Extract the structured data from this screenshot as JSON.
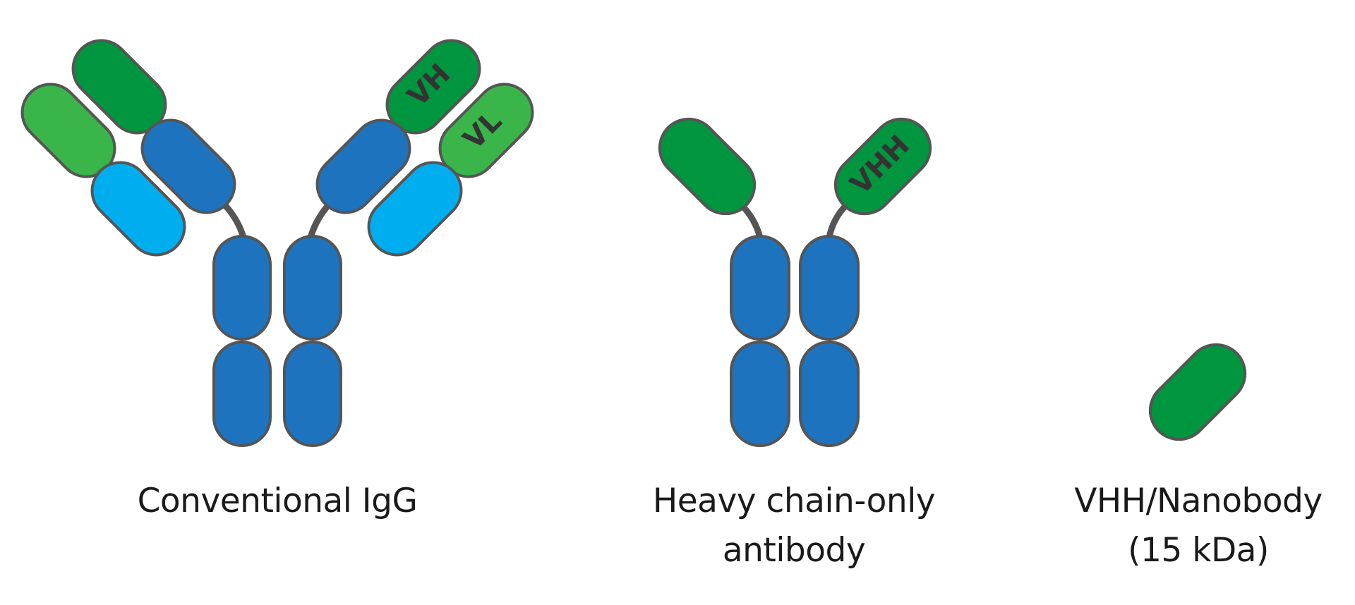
{
  "figure": {
    "title": "Antibody formats comparison",
    "colors": {
      "heavy_constant": "#1e73be",
      "light_constant": "#00aeef",
      "heavy_variable": "#00953f",
      "light_variable": "#39b54a",
      "vhh": "#00953f",
      "outline": "#555555",
      "hinge": "#555555",
      "text": "#1a1a1a"
    },
    "panels": [
      {
        "id": "conventional-igg",
        "label_lines": [
          "Conventional IgG"
        ],
        "domain_labels": [
          "VH",
          "VL"
        ]
      },
      {
        "id": "heavy-chain-only-antibody",
        "label_lines": [
          "Heavy chain-only",
          "antibody"
        ],
        "domain_labels": [
          "VHH"
        ]
      },
      {
        "id": "vhh-nanobody",
        "label_lines": [
          "VHH/Nanobody",
          "(15 kDa)"
        ],
        "domain_labels": []
      }
    ]
  },
  "labels": {
    "igg": "Conventional IgG",
    "hcab_line1": "Heavy chain-only",
    "hcab_line2": "antibody",
    "nb_line1": "VHH/Nanobody",
    "nb_line2": "(15 kDa)",
    "vh": "VH",
    "vl": "VL",
    "vhh": "VHH"
  }
}
